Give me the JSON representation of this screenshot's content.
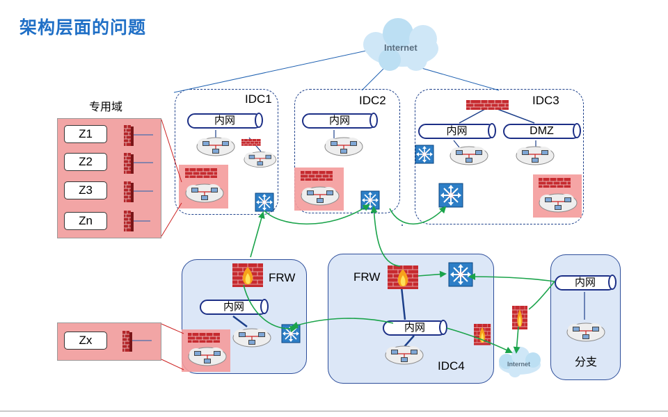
{
  "page": {
    "title": "架构层面的问题"
  },
  "internet_top": {
    "label": "Internet"
  },
  "internet_bottom": {
    "label": "Internet"
  },
  "zone_panel": {
    "title": "专用域",
    "zones": [
      "Z1",
      "Z2",
      "Z3",
      "Zn"
    ]
  },
  "zx_panel": {
    "zone": "Zx"
  },
  "idc1": {
    "label": "IDC1",
    "net": "内网"
  },
  "idc2": {
    "label": "IDC2",
    "net": "内网"
  },
  "idc3": {
    "label": "IDC3",
    "net": "内网",
    "dmz": "DMZ"
  },
  "frw_left": {
    "label": "FRW",
    "net": "内网"
  },
  "idc4": {
    "label": "IDC4",
    "frw": "FRW",
    "net": "内网"
  },
  "branch": {
    "label": "分支",
    "net": "内网"
  },
  "colors": {
    "title": "#1f6fc6",
    "box_border": "#1c3f8a",
    "blue_fill": "#dce7f7",
    "pink_fill": "#f49b9b",
    "green_link": "#1aa34a",
    "blue_link": "#1c5fb0"
  }
}
